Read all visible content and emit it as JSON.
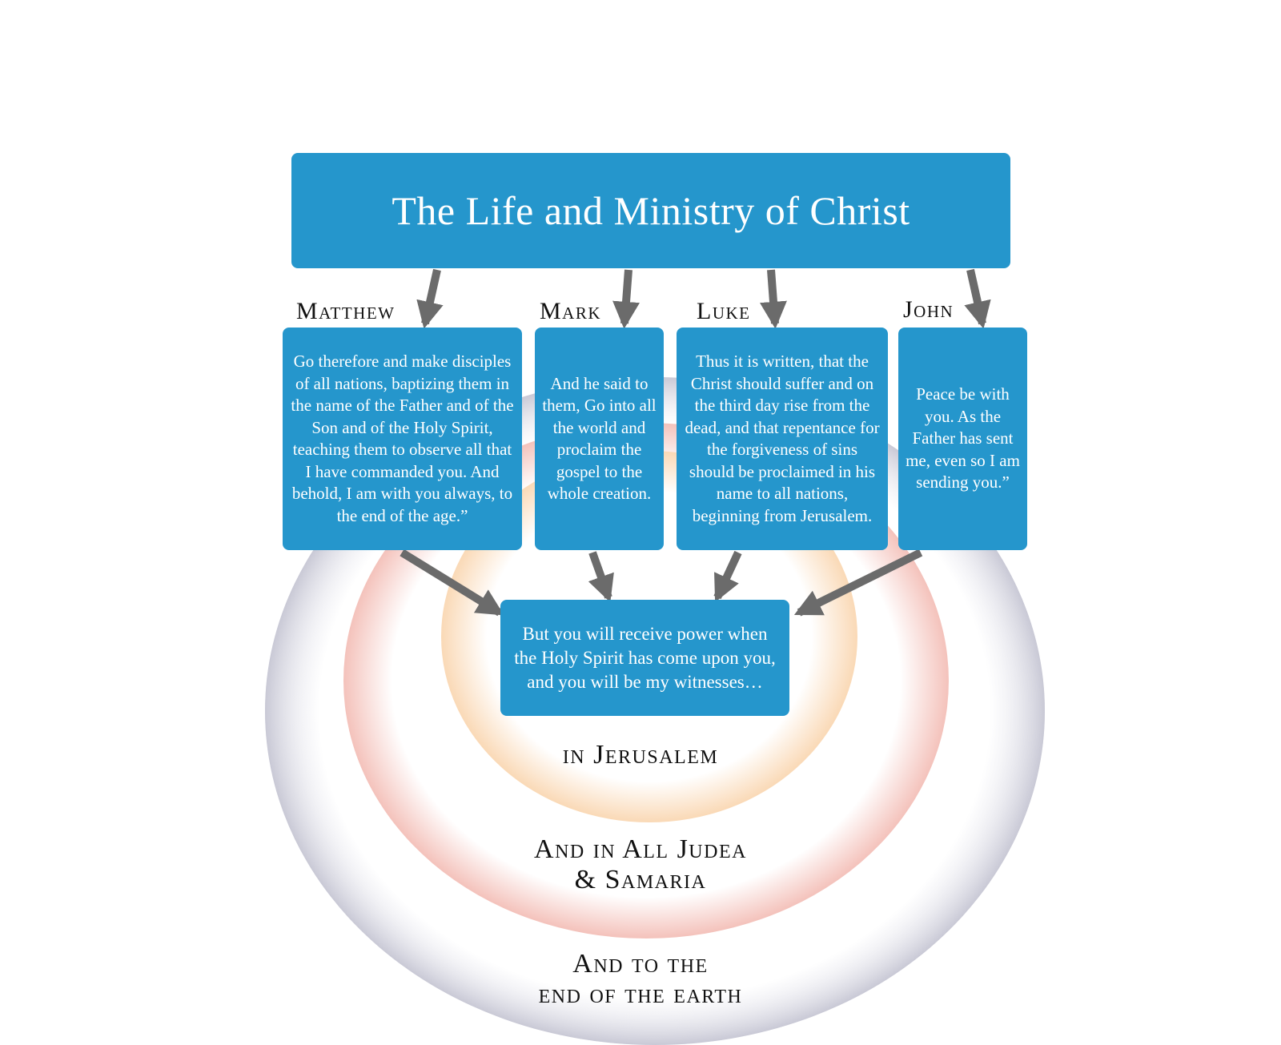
{
  "title": "The Life and Ministry of Christ",
  "gospels": [
    {
      "label": "Matthew",
      "text": "Go therefore and make disciples of all nations, baptizing them in the name of the Father and of the Son and of the Holy Spirit, teaching them to observe all that I have commanded you. And behold, I am with you always, to the end of the age.”"
    },
    {
      "label": "Mark",
      "text": "And he said to them, Go into all the world and proclaim the gospel to the whole creation."
    },
    {
      "label": "Luke",
      "text": "Thus it is written, that the Christ should suffer and on the third day rise from the dead, and that repentance for the forgiveness of sins should be proclaimed in his name to all nations, beginning from Jerusalem."
    },
    {
      "label": "John",
      "text": "Peace be with you. As the Father has sent me, even so I am sending you.”"
    }
  ],
  "acts": "But you will receive power when the Holy Spirit has come upon you, and you will be my witnesses…",
  "rings": {
    "jerusalem": "in Jerusalem",
    "judea": [
      "And in All Judea",
      "& Samaria"
    ],
    "earth": [
      "And to the",
      "end of the earth"
    ]
  },
  "colors": {
    "box": "#2596cc",
    "arrow": "#6b6b6b",
    "ring_outer": "#e3e3ec",
    "ring_middle": "#f6c9c3",
    "ring_inner": "#fbdfbf"
  }
}
